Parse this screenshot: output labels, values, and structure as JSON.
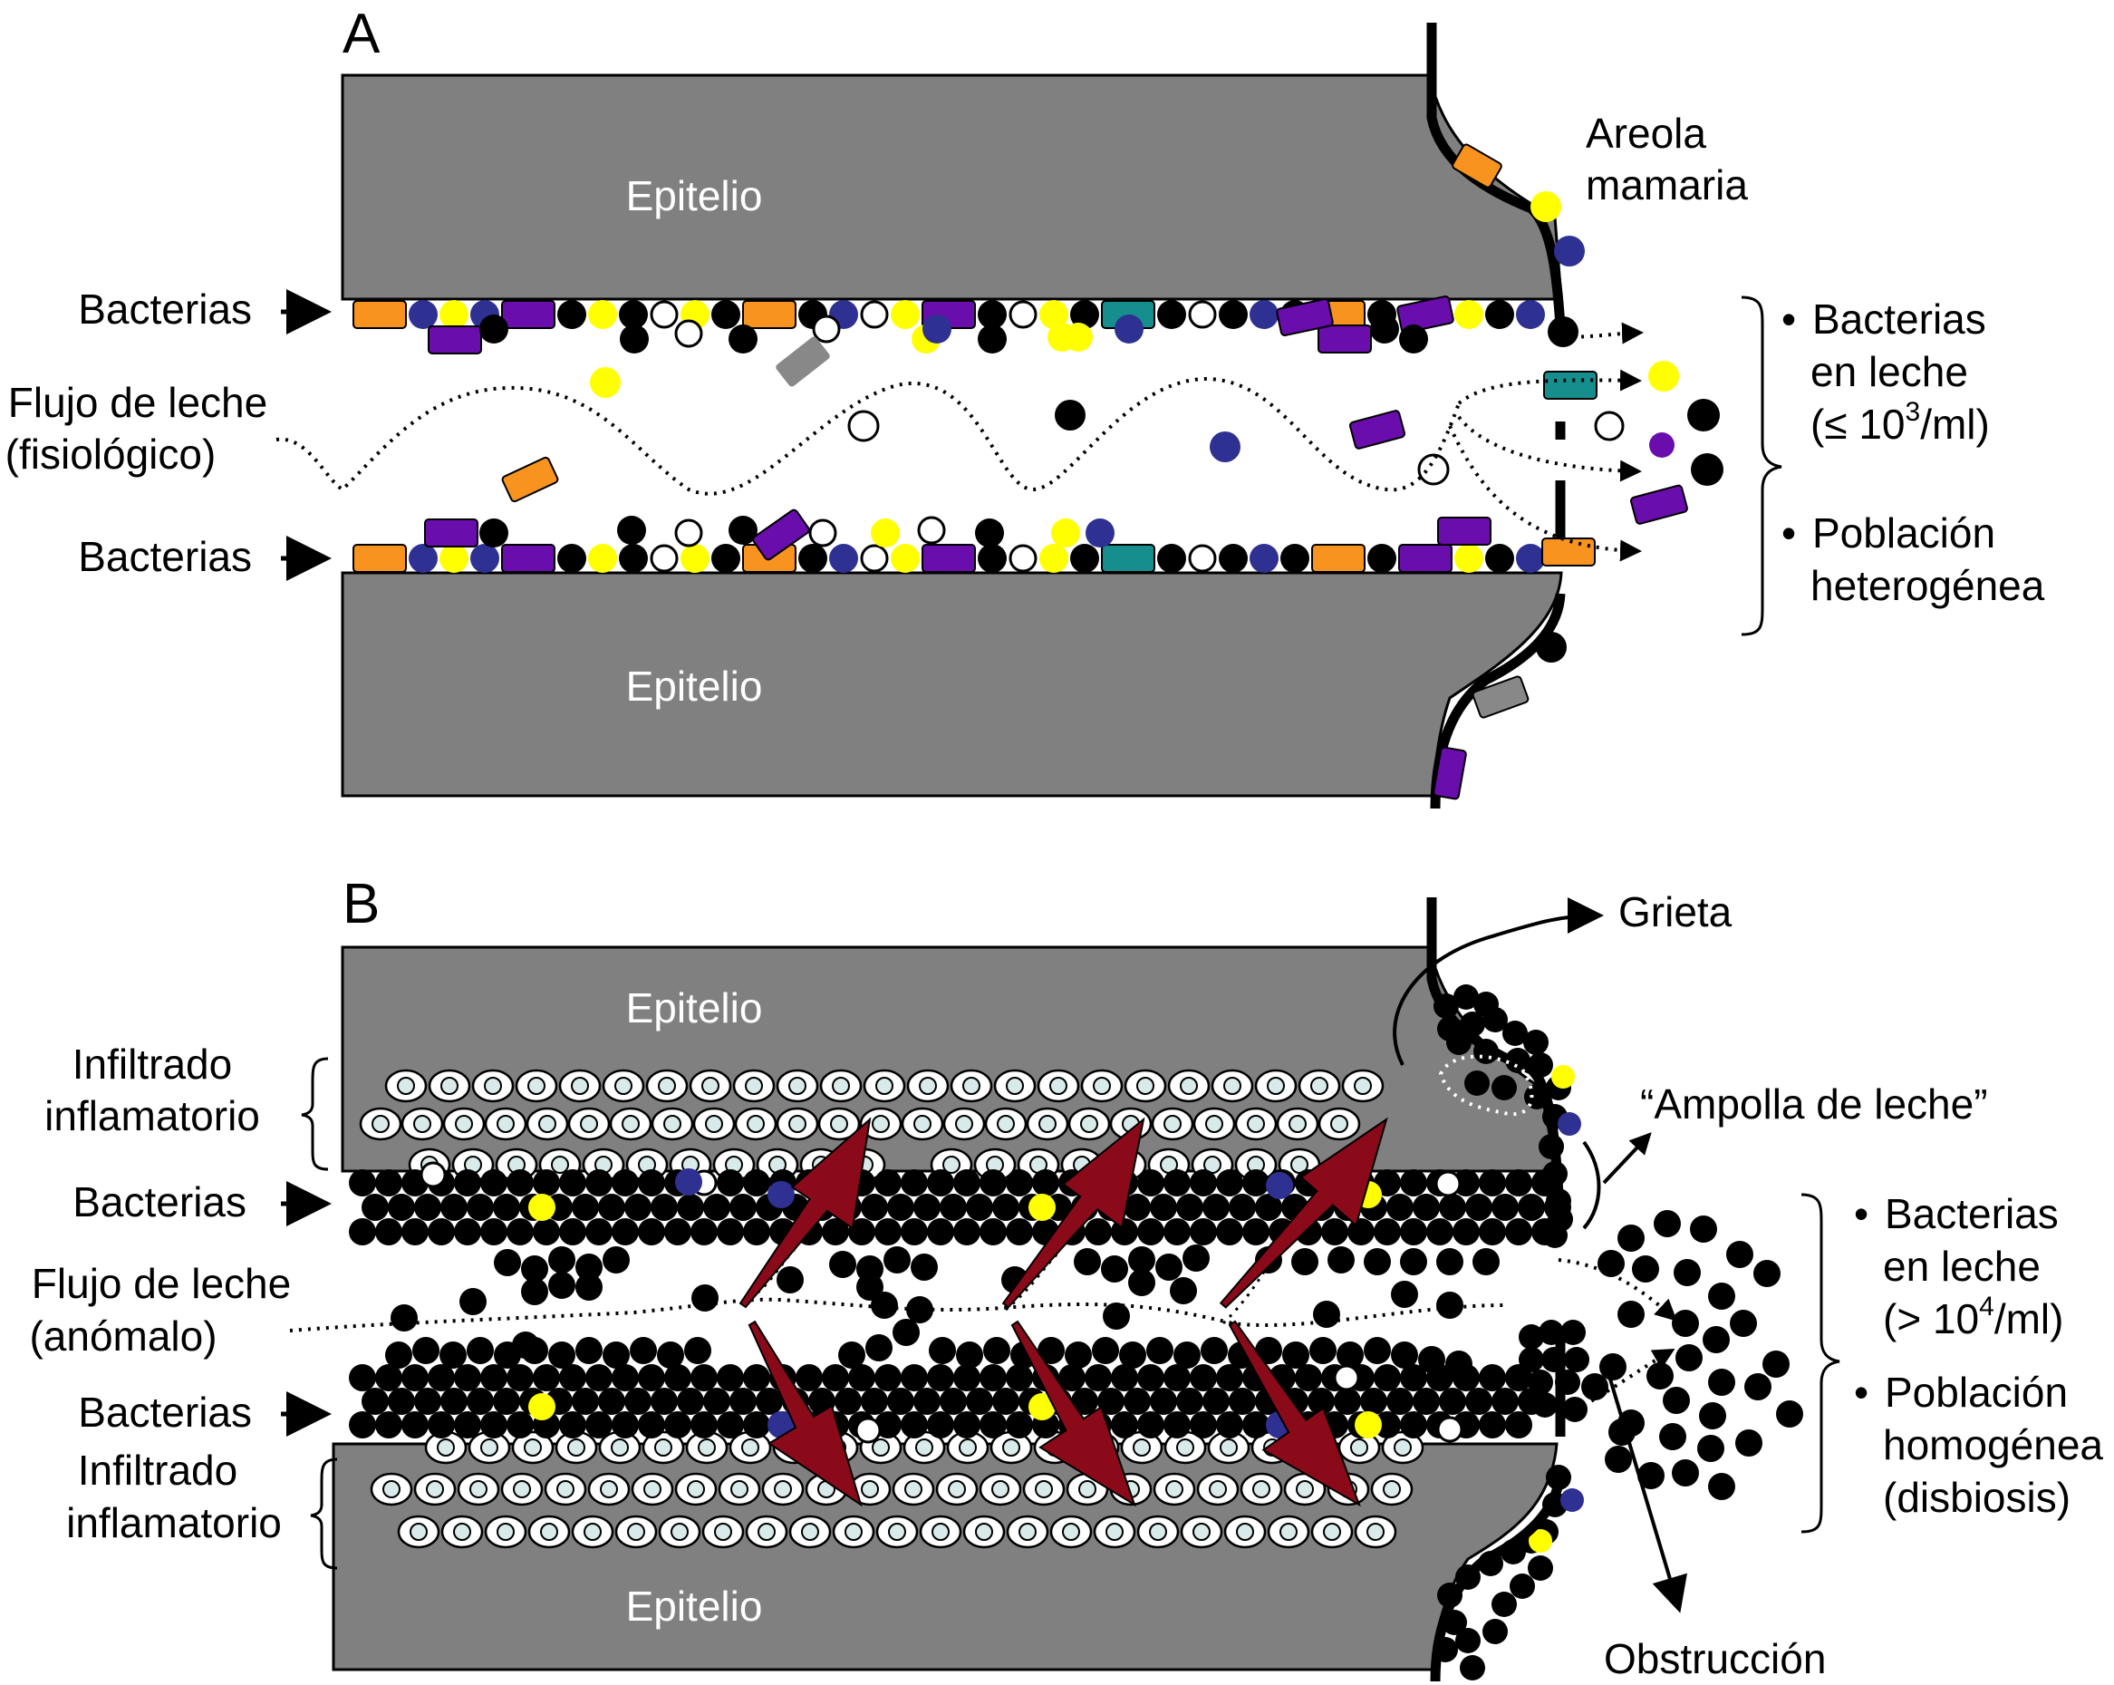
{
  "panel_a": {
    "letter": "A",
    "epithelium_top": "Epitelio",
    "epithelium_bottom": "Epitelio",
    "areola_line1": "Areola",
    "areola_line2": "mamaria",
    "bacteria_top": "Bacterias",
    "bacteria_bottom": "Bacterias",
    "flow_line1": "Flujo de leche",
    "flow_line2": "(fisiológico)",
    "note1_line1": "Bacterias",
    "note1_line2": "en leche",
    "note1_line3_pre": "(≤ 10",
    "note1_line3_sup": "3",
    "note1_line3_post": "/ml)",
    "note2_line1": "Población",
    "note2_line2": "heterogénea",
    "bullet": "•"
  },
  "panel_b": {
    "letter": "B",
    "epithelium_top": "Epitelio",
    "epithelium_bottom": "Epitelio",
    "infiltrate_top_line1": "Infiltrado",
    "infiltrate_top_line2": "inflamatorio",
    "infiltrate_bottom_line1": "Infiltrado",
    "infiltrate_bottom_line2": "inflamatorio",
    "bacteria_top": "Bacterias",
    "bacteria_bottom": "Bacterias",
    "flow_line1": "Flujo de leche",
    "flow_line2": "(anómalo)",
    "grieta": "Grieta",
    "ampolla": "“Ampolla de leche”",
    "obstruccion": "Obstrucción",
    "note1_line1": "Bacterias",
    "note1_line2": "en leche",
    "note1_line3_pre": "(> 10",
    "note1_line3_sup": "4",
    "note1_line3_post": "/ml)",
    "note2_line1": "Población",
    "note2_line2": "homogénea",
    "note2_line3": "(disbiosis)",
    "bullet": "•"
  },
  "colors": {
    "epithelium": "#808080",
    "orange": "#f7931e",
    "purple": "#6a0dad",
    "navy": "#2e3192",
    "yellow": "#ffff00",
    "teal": "#168e8e",
    "gray_rod": "#888888",
    "black": "#000000",
    "arrow_red": "#8b0a1a",
    "cell_fill": "#d8eaea"
  }
}
